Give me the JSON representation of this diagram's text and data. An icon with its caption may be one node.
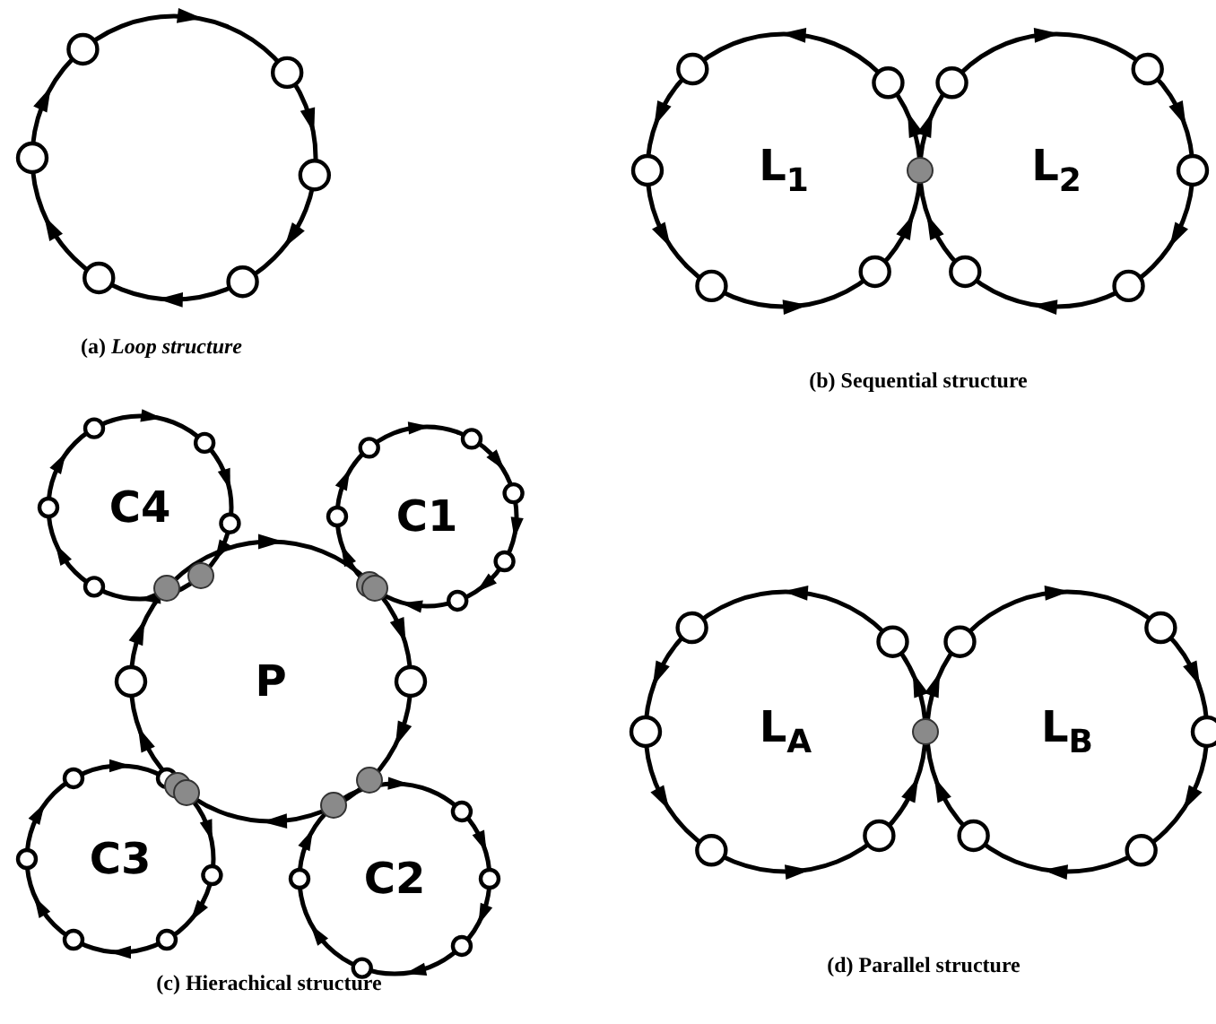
{
  "diagram": {
    "nodes": [
      {
        "text": [],
        "shape": "circle"
      },
      {
        "text": [
          "L$_{1}$"
        ]
      },
      {
        "text": [
          "L$_{2}$"
        ]
      },
      {
        "text": [
          "C4"
        ]
      },
      {
        "text": [
          "C1"
        ]
      },
      {
        "text": [
          "P"
        ]
      },
      {
        "text": [
          "C3"
        ]
      },
      {
        "text": [
          "C2"
        ]
      },
      {
        "text": [
          "L$_{A}$"
        ]
      },
      {
        "text": [
          "L$_{B}$"
        ]
      }
    ],
    "labels": [
      "(a) *Loop structure*",
      "(b) Sequential structure",
      "(c) Hierachical structure",
      "(d) Parallel structure"
    ]
  }
}
